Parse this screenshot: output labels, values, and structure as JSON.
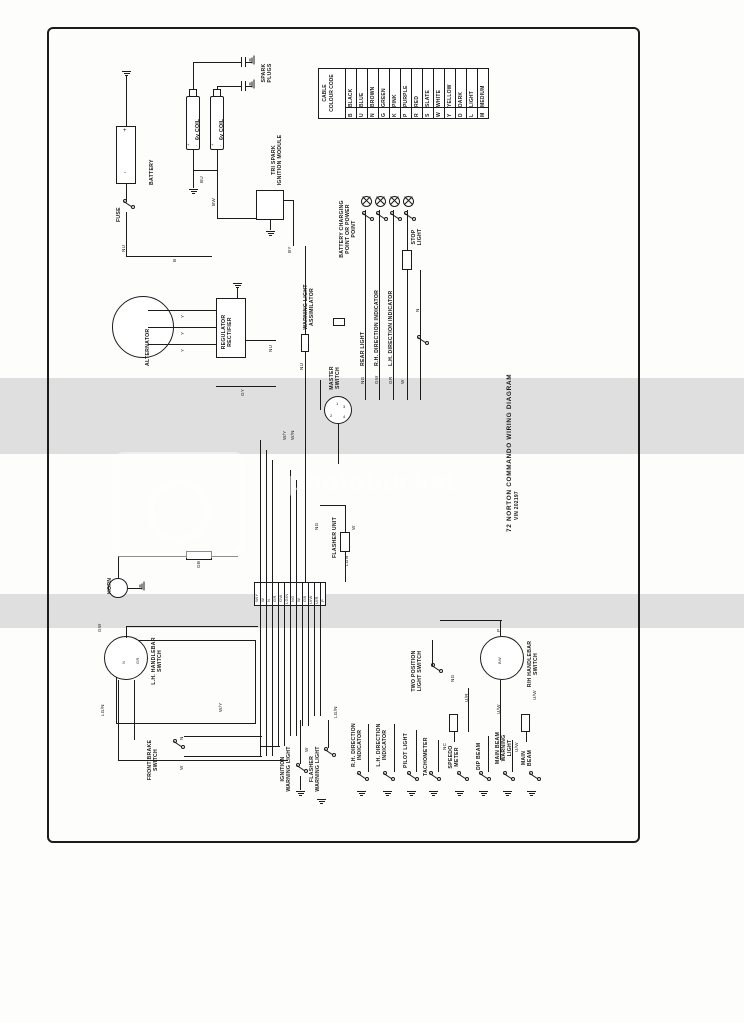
{
  "document": {
    "title": "72 NORTON COMMANDO WIRING DIAGRAM",
    "subtitle": "VIN 202197",
    "kind": "motorcycle-wiring-diagram"
  },
  "watermark": {
    "line1": "photobucket",
    "line2": "",
    "brand": "photobucket",
    "icon": "camera-icon"
  },
  "cable_colour_code": {
    "header": "CABLE COLOUR CODE",
    "rows": [
      {
        "code": "B",
        "colour": "BLACK"
      },
      {
        "code": "U",
        "colour": "BLUE"
      },
      {
        "code": "N",
        "colour": "BROWN"
      },
      {
        "code": "G",
        "colour": "GREEN"
      },
      {
        "code": "K",
        "colour": "PINK"
      },
      {
        "code": "P",
        "colour": "PURPLE"
      },
      {
        "code": "R",
        "colour": "RED"
      },
      {
        "code": "S",
        "colour": "SLATE"
      },
      {
        "code": "W",
        "colour": "WHITE"
      },
      {
        "code": "Y",
        "colour": "YELLOW"
      },
      {
        "code": "D",
        "colour": "DARK"
      },
      {
        "code": "L",
        "colour": "LIGHT"
      },
      {
        "code": "M",
        "colour": "MEDIUM"
      }
    ]
  },
  "components": {
    "battery": "BATTERY",
    "battery_plus": "+",
    "battery_minus": "-",
    "fuse": "FUSE",
    "coil_1": "6v COIL",
    "coil_2": "6v COIL",
    "coil_plus": "+",
    "coil_minus": "-",
    "spark_plugs": "SPARK PLUGS",
    "ignition_module": "TRI SPARK IGNITION MODULE",
    "alternator": "ALTERNATOR",
    "regulator": "REGULATOR RECTIFIER",
    "warning_light_assimilator": "WARNING LIGHT ASSIMILATOR",
    "master_switch": "MASTER SWITCH",
    "battery_charging_point": "BATTERY CHARGING POINT OR POWER POINT",
    "rear_light": "REAR LIGHT",
    "rh_direction_indicator_rear": "R.H. DIRECTION INDICATOR",
    "lh_direction_indicator_rear": "L.H. DIRECTION INDICATOR",
    "stop_light": "STOP LIGHT",
    "flasher_unit": "FLASHER UNIT",
    "horn": "HORN",
    "lh_handlebar_switch": "L.H. HANDLEBAR SWITCH",
    "rh_handlebar_switch": "R/H HANDLEBAR SWITCH",
    "front_brake_switch": "FRONT BRAKE SWITCH",
    "ignition_warning_light": "IGNITION WARNING LIGHT",
    "flasher_warning_light": "FLASHER WARNING LIGHT",
    "rh_direction_indicator_front": "R.H. DIRECTION INDICATOR",
    "lh_direction_indicator_front": "L.H. DIRECTION INDICATOR",
    "pilot_light": "PILOT LIGHT",
    "tachometer": "TACHOMETER",
    "speedo_meter": "SPEEDO METER",
    "dip_beam": "DIP BEAM",
    "main_beam_warning_light": "MAIN BEAM WARNING LIGHT",
    "main_beam": "MAIN BEAM",
    "two_position_light_switch": "TWO POSITION LIGHT SWITCH"
  },
  "master_switch_terminals": [
    "1",
    "2",
    "3",
    "4"
  ],
  "flasher_unit_terminals": {
    "in": "LGN",
    "out": "W"
  },
  "wire_labels": {
    "battery_fuse": "NU",
    "coil_link": "BU",
    "module_feed": "BW",
    "module_out": "BY",
    "alternator_a": "Y",
    "alternator_b": "Y",
    "alternator_c": "Y",
    "regulator_out": "NU",
    "regulator_gnd": "GY",
    "assimilator_feed": "NU",
    "master_feed": "N",
    "rear_light_feed": "NG",
    "rh_rear_feed": "GW",
    "lh_rear_feed": "GR",
    "stop_feed_w": "W",
    "stop_feed_n": "N",
    "horn_lead": "GB",
    "lh_switch_gr": "GR",
    "lh_switch_n": "N",
    "lh_switch_gw": "GW",
    "lh_switch_lgn": "LG/N",
    "rh_switch_p": "P",
    "rh_switch_uw": "U/W",
    "rh_switch_ur": "U/R",
    "brake_n": "N",
    "brake_w": "W",
    "ign_warn_w": "W",
    "tacho_nc": "NC",
    "main_beam_uw": "U/W",
    "dip_beam_ur": "U/R",
    "harness_wy": "W/Y",
    "harness_wn": "W/N",
    "junction": [
      "W/Y",
      "W",
      "N",
      "GR",
      "GW",
      "LG/N",
      "NG",
      "W",
      "GB",
      "U/W",
      "U/R",
      "P",
      "NC",
      "GR"
    ]
  },
  "colors": {
    "ink": "#1c1c1c",
    "paper": "#fdfdfb",
    "watermark_band": "#d9d9d9",
    "watermark_text": "#ffffff"
  }
}
